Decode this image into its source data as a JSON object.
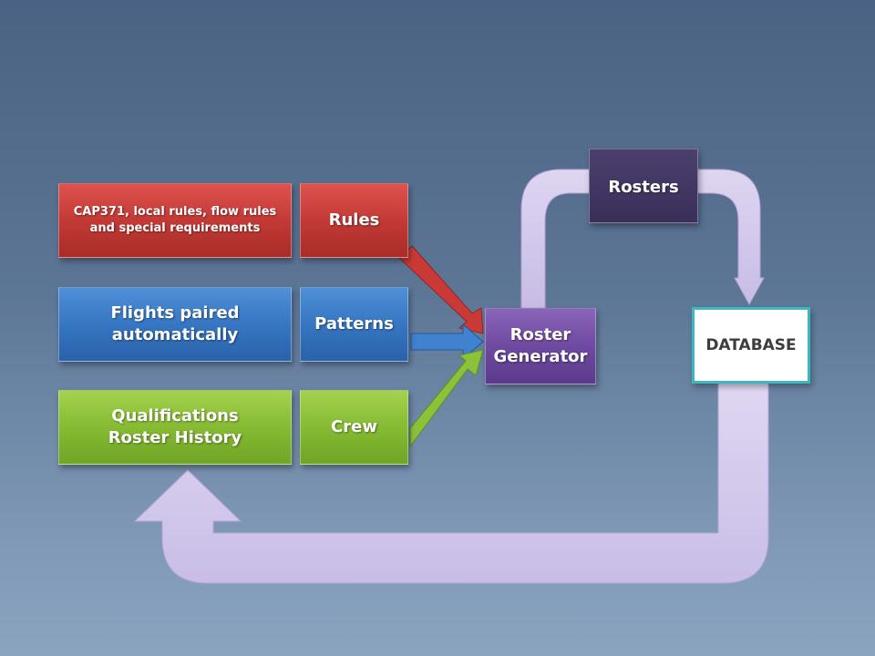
{
  "diagram": {
    "left_boxes": {
      "rules_source": "CAP371, local rules, flow rules\nand special requirements",
      "patterns_source": "Flights paired\nautomatically",
      "crew_source": "Qualifications\nRoster History"
    },
    "inputs": {
      "rules": "Rules",
      "patterns": "Patterns",
      "crew": "Crew"
    },
    "generator": "Roster\nGenerator",
    "rosters": "Rosters",
    "database": "DATABASE"
  },
  "colors": {
    "rules": "#c23a36",
    "patterns": "#3676c2",
    "crew": "#86bb33",
    "generator": "#6e4aa0",
    "rosters": "#3a2f59",
    "database_border": "#3fb7bf",
    "cycle_arrow": "#d8cdf0"
  }
}
